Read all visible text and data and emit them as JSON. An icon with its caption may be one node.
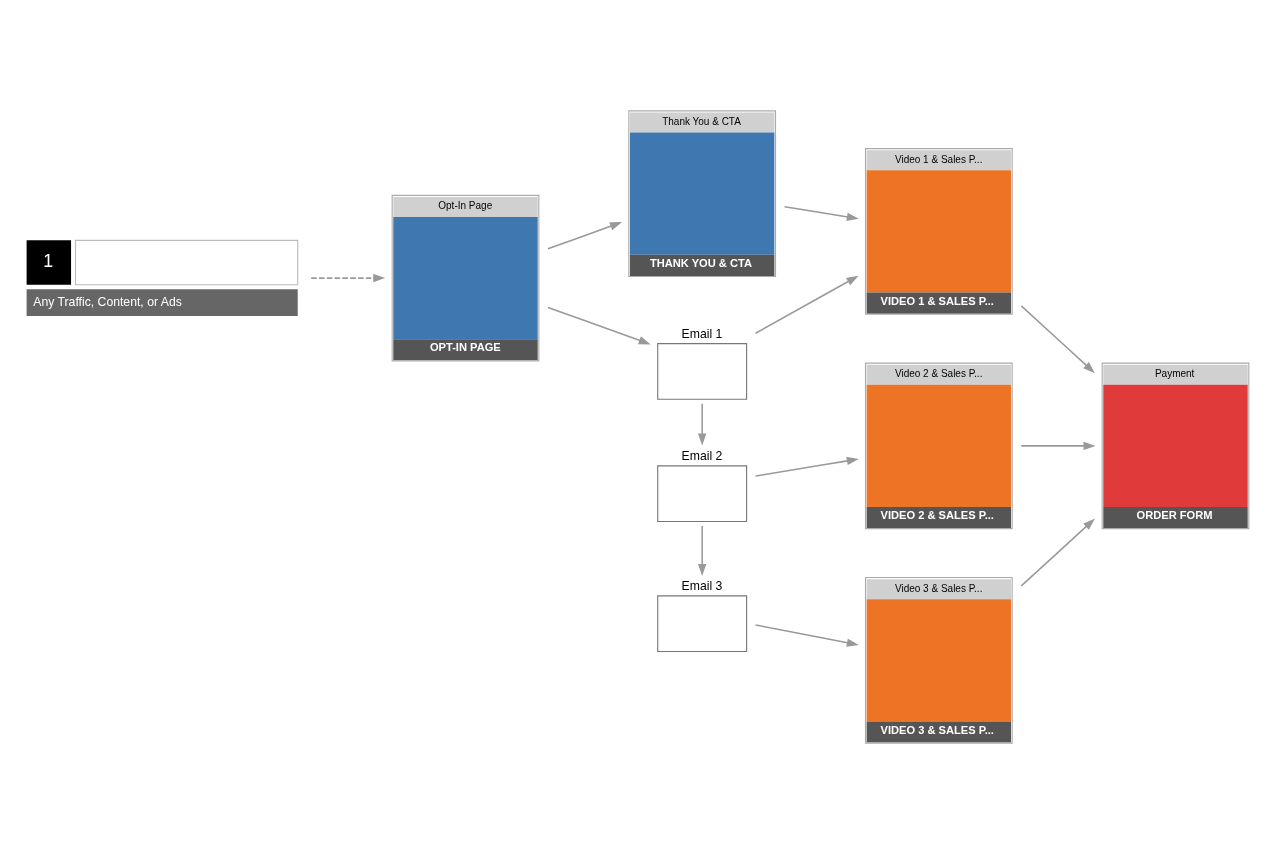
{
  "diagram": {
    "nodes": [
      {
        "text": [
          "1",
          "Any Traffic, Content, or Ads"
        ]
      },
      {
        "text": [
          "Opt-In Page",
          "OPT-IN PAGE"
        ]
      },
      {
        "text": [
          "Thank You & CTA",
          "THANK YOU & CTA"
        ]
      },
      {
        "text": [
          "Email 1"
        ]
      },
      {
        "text": [
          "Video 1 & Sales P...",
          "VIDEO 1 & SALES P..."
        ]
      },
      {
        "text": [
          "Email 2"
        ]
      },
      {
        "text": [
          "Video 2 & Sales P...",
          "VIDEO 2 & SALES P..."
        ]
      },
      {
        "text": [
          "Email 3"
        ]
      },
      {
        "text": [
          "Video 3 & Sales P...",
          "VIDEO 3 & SALES P..."
        ]
      },
      {
        "text": [
          "Payment",
          "ORDER FORM"
        ]
      }
    ],
    "edges": [
      {
        "from": 0,
        "to": 1,
        "arrow": "to",
        "style": "dashed"
      },
      {
        "from": 1,
        "to": 2,
        "arrow": "to"
      },
      {
        "from": 1,
        "to": 3,
        "arrow": "to"
      },
      {
        "from": 2,
        "to": 4,
        "arrow": "to"
      },
      {
        "from": 3,
        "to": 4,
        "arrow": "to"
      },
      {
        "from": 3,
        "to": 5,
        "arrow": "to"
      },
      {
        "from": 5,
        "to": 6,
        "arrow": "to"
      },
      {
        "from": 5,
        "to": 7,
        "arrow": "to"
      },
      {
        "from": 7,
        "to": 8,
        "arrow": "to"
      },
      {
        "from": 4,
        "to": 9,
        "arrow": "to"
      },
      {
        "from": 6,
        "to": 9,
        "arrow": "to"
      },
      {
        "from": 8,
        "to": 9,
        "arrow": "to"
      }
    ]
  }
}
